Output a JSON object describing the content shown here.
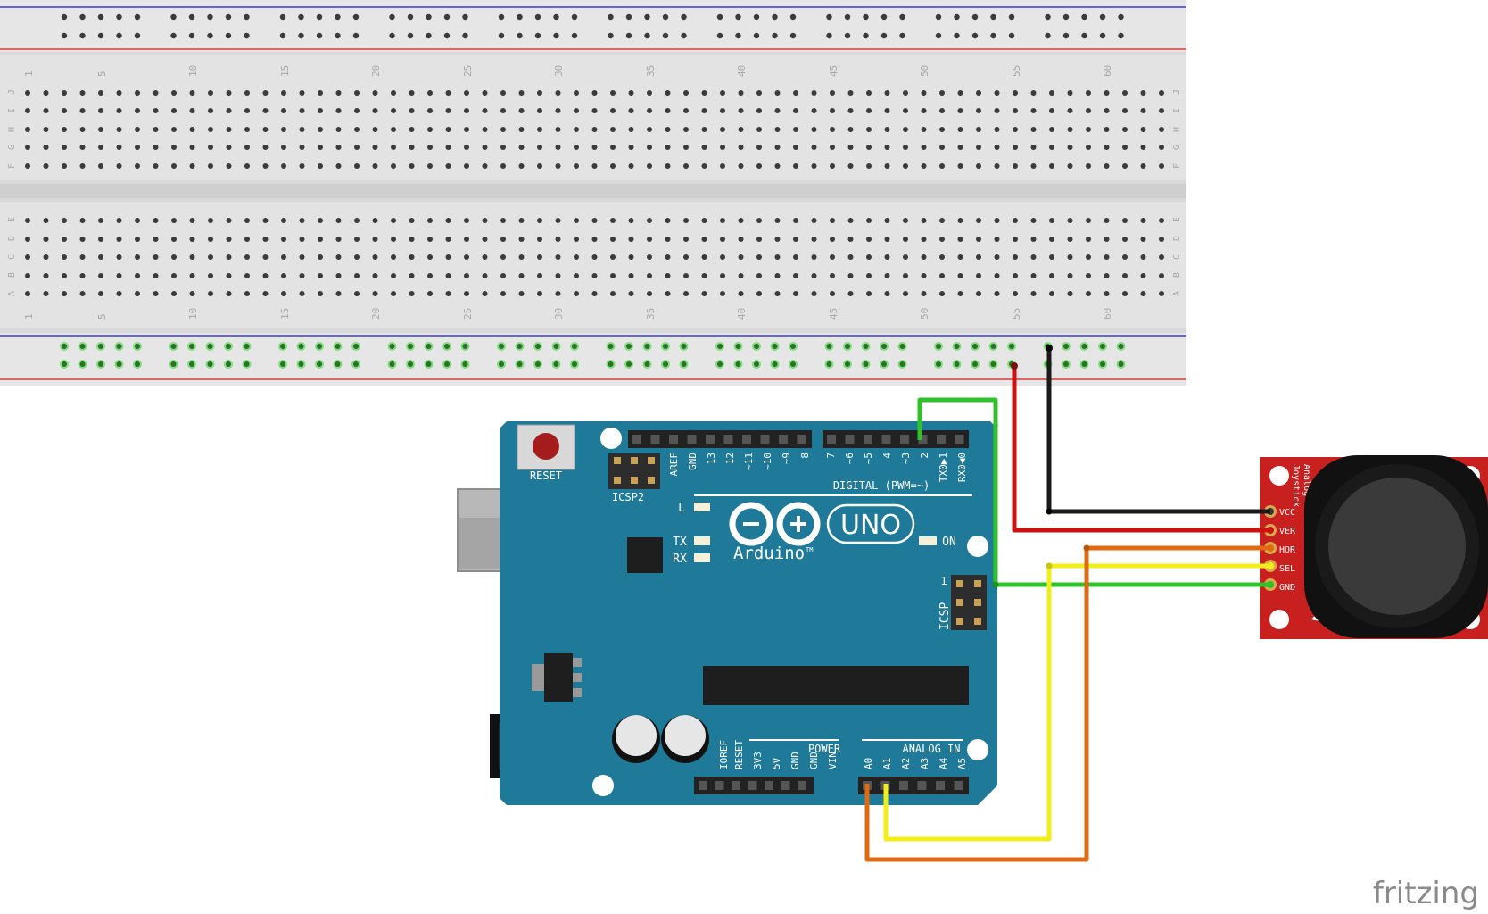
{
  "breadboard": {
    "column_numbers": [
      "1",
      "5",
      "10",
      "15",
      "20",
      "25",
      "30",
      "35",
      "40",
      "45",
      "50",
      "55",
      "60"
    ],
    "row_letters_top": [
      "J",
      "I",
      "H",
      "G",
      "F"
    ],
    "row_letters_bottom": [
      "E",
      "D",
      "C",
      "B",
      "A"
    ]
  },
  "arduino": {
    "reset_label": "RESET",
    "icsp2_label": "ICSP2",
    "icsp_label": "ICSP",
    "icsp_pin1": "1",
    "led_l": "L",
    "led_tx": "TX",
    "led_rx": "RX",
    "on_label": "ON",
    "brand": "Arduino",
    "tm": "TM",
    "model": "UNO",
    "digital_label": "DIGITAL (PWM=~)",
    "digital_pins_left": [
      "AREF",
      "GND",
      "13",
      "12",
      "~11",
      "~10",
      "~9",
      "8"
    ],
    "digital_pins_right": [
      "7",
      "~6",
      "~5",
      "4",
      "~3",
      "2",
      "TX0▶1",
      "RX0◀0"
    ],
    "power_label": "POWER",
    "power_pins": [
      "IOREF",
      "RESET",
      "3V3",
      "5V",
      "GND",
      "GND",
      "VIN"
    ],
    "analog_label": "ANALOG IN",
    "analog_pins": [
      "A0",
      "A1",
      "A2",
      "A3",
      "A4",
      "A5"
    ]
  },
  "joystick": {
    "title_line1": "Analog",
    "title_line2": "Joystick",
    "pins": [
      "VCC",
      "VER",
      "HOR",
      "SEL",
      "GND"
    ]
  },
  "watermark": "fritzing",
  "colors": {
    "board_teal": "#1f7a9a",
    "joystick_red": "#c8201e",
    "wire_green": "#2fc22a",
    "wire_red": "#cc1111",
    "wire_black": "#1a1a1a",
    "wire_yellow": "#f2ee1a",
    "wire_orange": "#e06a12"
  }
}
